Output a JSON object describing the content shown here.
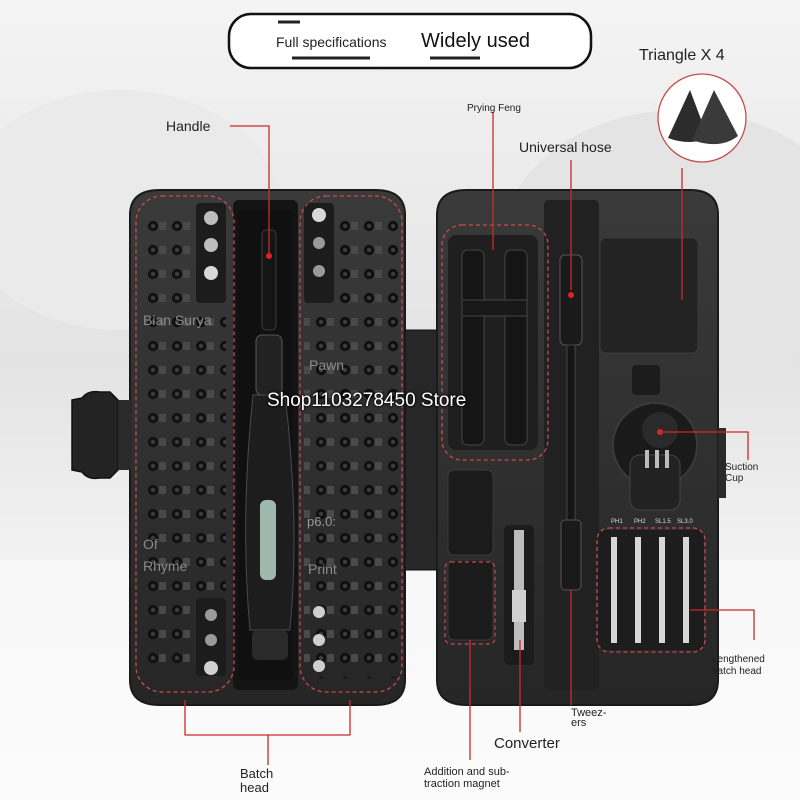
{
  "banner": {
    "left_text": "Full specifications",
    "right_text": "Widely used"
  },
  "labels": {
    "handle": "Handle",
    "prying": "Prying Feng",
    "universal_hose": "Universal hose",
    "triangle": "Triangle X 4",
    "suction_cup_1": "Suction",
    "suction_cup_2": "Cup",
    "lengthened_1": "Lengthened",
    "lengthened_2": "batch head",
    "batch_head_1": "Batch",
    "batch_head_2": "head",
    "converter": "Converter",
    "magnet_1": "Addition and sub-",
    "magnet_2": "traction magnet",
    "tweezers_1": "Tweez-",
    "tweezers_2": "ers"
  },
  "overlay_text": {
    "store": "Shop1103278450 Store",
    "bian_surya": "Bian Surya",
    "pawn": "Pawn",
    "p60": "p6.0:",
    "of": "Of",
    "rhyme": "Rhyme",
    "print": "Print"
  },
  "bit_tags": {
    "ph1": "PH1",
    "ph2": "PH2",
    "sl15": "SL1.5",
    "sl30": "SL3.0"
  },
  "colors": {
    "case": "#2e2e2e",
    "case_dark": "#1e1e1e",
    "callout_line": "#cc2a2a",
    "dashed_outline": "#c94a4a",
    "background_light": "#e6e6e6"
  }
}
